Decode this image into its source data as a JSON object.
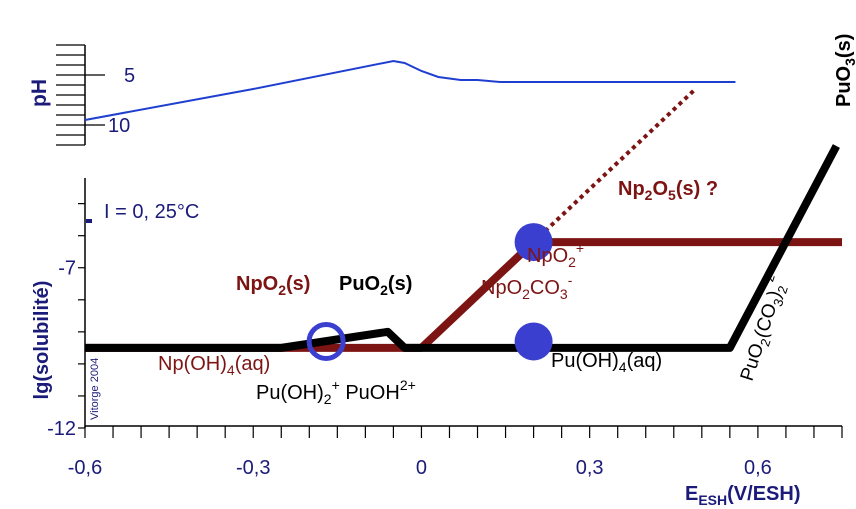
{
  "chart_data": [
    {
      "type": "line",
      "panel": "ph",
      "ylabel": "pH",
      "yticks": [
        {
          "value": 5,
          "label": "5"
        },
        {
          "value": 10,
          "label": "10"
        }
      ],
      "ylim": [
        2,
        12
      ],
      "xlim": [
        -0.6,
        0.75
      ],
      "series": [
        {
          "color": "#1f3fd0",
          "x": [
            -0.6,
            -0.3,
            -0.05,
            -0.03,
            0.0,
            0.03,
            0.07,
            0.1,
            0.14,
            0.56
          ],
          "y": [
            9.5,
            6.4,
            3.6,
            3.8,
            4.6,
            5.2,
            5.5,
            5.5,
            5.7,
            5.7
          ]
        }
      ]
    },
    {
      "type": "line",
      "panel": "solubility",
      "xlabel_main": "E",
      "xlabel_sub": "ESH",
      "xlabel_unit": "(V/ESH)",
      "ylabel": "lg(solubilité)",
      "condition_text": "I = 0, 25°C",
      "credit_text": "Vitorge 2004",
      "xlim": [
        -0.6,
        0.75
      ],
      "ylim": [
        -12,
        -4.2
      ],
      "xticks": [
        {
          "value": -0.6,
          "label": "-0,6"
        },
        {
          "value": -0.3,
          "label": "-0,3"
        },
        {
          "value": 0,
          "label": "0"
        },
        {
          "value": 0.3,
          "label": "0,3"
        },
        {
          "value": 0.6,
          "label": "0,6"
        }
      ],
      "yticks": [
        {
          "value": -7,
          "label": "-7"
        },
        {
          "value": -12,
          "label": "-12"
        }
      ],
      "series": [
        {
          "element": "Np",
          "color": "#7d1414",
          "style": "solid",
          "x": [
            -0.6,
            -0.1,
            0.0,
            0.2,
            0.75
          ],
          "y": [
            -9.5,
            -9.5,
            -9.5,
            -6.2,
            -6.2
          ]
        },
        {
          "element": "Np",
          "color": "#7d1414",
          "style": "dotted",
          "x": [
            0.2,
            0.49
          ],
          "y": [
            -6.2,
            -1.4
          ]
        },
        {
          "element": "Pu",
          "color": "#000000",
          "style": "solid",
          "x": [
            -0.6,
            -0.25,
            -0.06,
            -0.03,
            0.0,
            0.55,
            0.74
          ],
          "y": [
            -9.5,
            -9.5,
            -9.0,
            -9.5,
            -9.5,
            -9.5,
            -3.2
          ]
        }
      ],
      "markers": [
        {
          "x": 0.2,
          "y": -6.2,
          "style": "filled",
          "color": "#3a3fd0"
        },
        {
          "x": 0.2,
          "y": -9.3,
          "style": "filled",
          "color": "#3a3fd0"
        },
        {
          "x": -0.17,
          "y": -9.3,
          "style": "open",
          "color": "#3a3fd0"
        }
      ],
      "annotations": {
        "np_solid": {
          "pre": "NpO",
          "sub": "2",
          "post": "(s)",
          "color": "#7d1414"
        },
        "pu_solid": {
          "pre": "PuO",
          "sub": "2",
          "post": "(s)",
          "color": "#000000"
        },
        "np2o5": {
          "pre": "Np",
          "sub1": "2",
          "mid": "O",
          "sub2": "5",
          "post": "(s) ?",
          "color": "#7d1414"
        },
        "puo3": {
          "pre": "PuO",
          "sub": "3",
          "post": "(s)",
          "color": "#000000"
        },
        "npo2_plus": {
          "pre": "NpO",
          "sub": "2",
          "sup": "+",
          "color": "#7d1414"
        },
        "npo2co3": {
          "pre": "NpO",
          "sub1": "2",
          "mid": "CO",
          "sub2": "3",
          "sup": "-",
          "color": "#7d1414"
        },
        "np_oh4": {
          "pre": "Np(OH)",
          "sub": "4",
          "post": "(aq)",
          "color": "#7d1414"
        },
        "pu_oh2": {
          "pre": "Pu(OH)",
          "sub": "2",
          "sup": "+",
          "post": " PuOH",
          "sup2": "2+",
          "color": "#000000"
        },
        "pu_oh4": {
          "pre": "Pu(OH)",
          "sub": "4",
          "post": "(aq)",
          "color": "#000000"
        },
        "puo2co3": {
          "pre": "PuO",
          "sub1": "2",
          "mid": "(CO",
          "sub2": "3",
          "close": ")",
          "sub3": "2",
          "sup": "2-",
          "color": "#000000"
        }
      }
    }
  ]
}
